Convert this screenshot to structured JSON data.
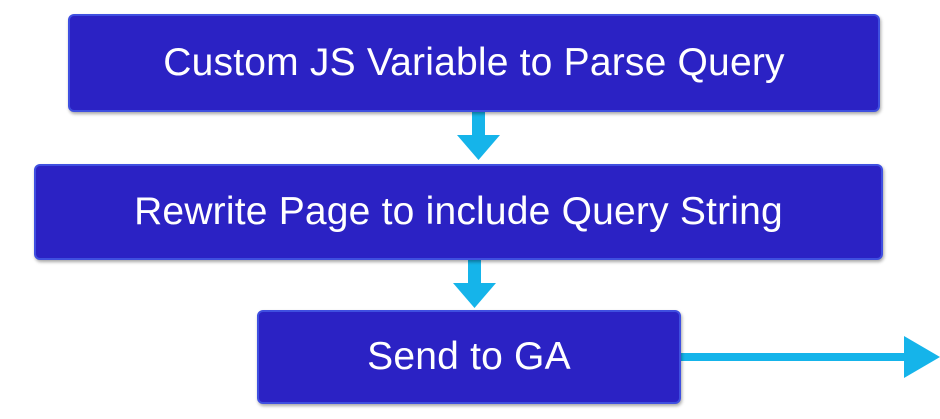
{
  "diagram": {
    "steps": [
      {
        "label": "Custom JS Variable to Parse Query"
      },
      {
        "label": "Rewrite Page to include Query String"
      },
      {
        "label": "Send to GA"
      }
    ],
    "colors": {
      "box_fill": "#2b22c4",
      "box_border": "#3f4fe0",
      "box_text": "#ffffff",
      "arrow": "#15b4ea"
    }
  }
}
